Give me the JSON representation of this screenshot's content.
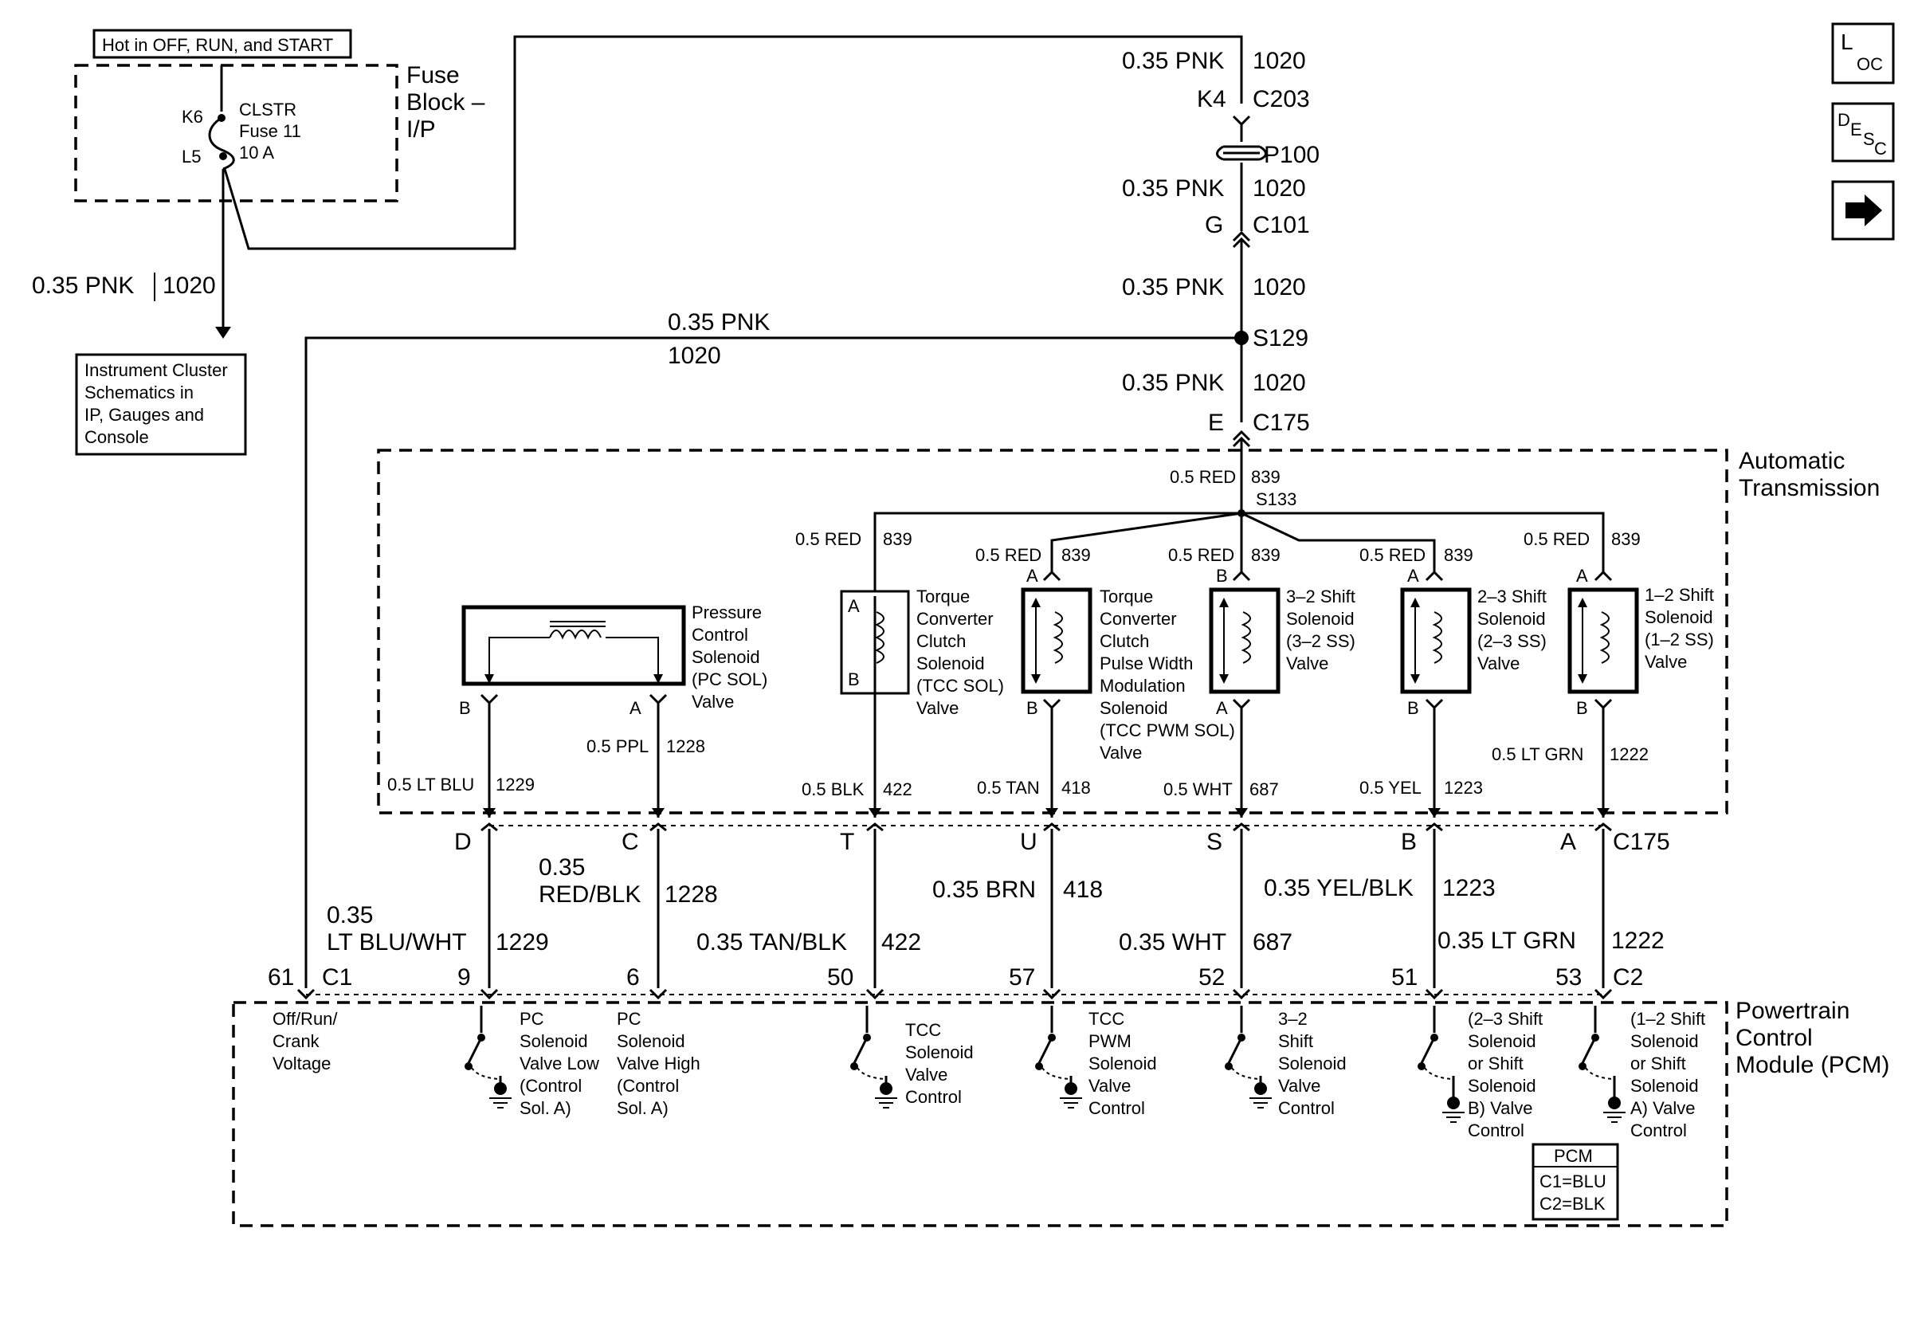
{
  "header": {
    "hot_label": "Hot in OFF, RUN, and START"
  },
  "fuse_block": {
    "name_line1": "Fuse",
    "name_line2": "Block –",
    "name_line3": "I/P",
    "pin_in": "K6",
    "pin_out": "L5",
    "fuse_line1": "CLSTR",
    "fuse_line2": "Fuse 11",
    "fuse_line3": "10 A"
  },
  "instrument_cluster": {
    "wire": "0.35 PNK",
    "circuit": "1020",
    "ref_lines": [
      "Instrument Cluster",
      "Schematics in",
      "IP, Gauges and",
      "Console"
    ]
  },
  "main_feed": {
    "seg1_wire": "0.35 PNK",
    "seg1_circuit": "1020",
    "k4_pin": "K4",
    "k4_conn": "C203",
    "p100": "P100",
    "seg2_wire": "0.35 PNK",
    "seg2_circuit": "1020",
    "g_pin": "G",
    "g_conn": "C101",
    "seg3_wire": "0.35 PNK",
    "seg3_circuit": "1020",
    "splice": "S129",
    "seg4_wire": "0.35 PNK",
    "seg4_circuit": "1020",
    "e_pin": "E",
    "e_conn": "C175",
    "branch_wire": "0.35 PNK",
    "branch_circuit": "1020"
  },
  "transmission": {
    "name_line1": "Automatic",
    "name_line2": "Transmission",
    "feed_wire": "0.5 RED",
    "feed_circuit": "839",
    "splice": "S133"
  },
  "solenoids": {
    "pc": {
      "label_lines": [
        "Pressure",
        "Control",
        "Solenoid",
        "(PC SOL)",
        "Valve"
      ],
      "pin_left": "B",
      "pin_right": "A",
      "wire_right": "0.5 PPL",
      "circuit_right": "1228",
      "wire_left": "0.5 LT BLU",
      "circuit_left": "1229"
    },
    "tcc": {
      "label_lines": [
        "Torque",
        "Converter",
        "Clutch",
        "Solenoid",
        "(TCC SOL)",
        "Valve"
      ],
      "feed_wire": "0.5 RED",
      "feed_circuit": "839",
      "pin_top": "A",
      "pin_bottom": "B",
      "out_wire": "0.5 BLK",
      "out_circuit": "422"
    },
    "tcc_pwm": {
      "label_lines": [
        "Torque",
        "Converter",
        "Clutch",
        "Pulse Width",
        "Modulation",
        "Solenoid",
        "(TCC PWM SOL)",
        "Valve"
      ],
      "feed_wire": "0.5 RED",
      "feed_circuit": "839",
      "pin_top": "A",
      "pin_bottom": "B",
      "out_wire": "0.5 TAN",
      "out_circuit": "418"
    },
    "ss32": {
      "label_lines": [
        "3–2 Shift",
        "Solenoid",
        "(3–2 SS)",
        "Valve"
      ],
      "feed_wire": "0.5 RED",
      "feed_circuit": "839",
      "pin_top": "B",
      "pin_bottom": "A",
      "out_wire": "0.5 WHT",
      "out_circuit": "687"
    },
    "ss23": {
      "label_lines": [
        "2–3 Shift",
        "Solenoid",
        "(2–3 SS)",
        "Valve"
      ],
      "feed_wire": "0.5 RED",
      "feed_circuit": "839",
      "pin_top": "A",
      "pin_bottom": "B",
      "out_wire": "0.5 YEL",
      "out_circuit": "1223"
    },
    "ss12": {
      "label_lines": [
        "1–2 Shift",
        "Solenoid",
        "(1–2 SS)",
        "Valve"
      ],
      "feed_wire": "0.5 RED",
      "feed_circuit": "839",
      "pin_top": "A",
      "pin_bottom": "B",
      "out_wire": "0.5 LT GRN",
      "out_circuit": "1222"
    }
  },
  "c175_pins": {
    "d": "D",
    "c": "C",
    "t": "T",
    "u": "U",
    "s": "S",
    "b": "B",
    "a": "A",
    "conn": "C175"
  },
  "harness": {
    "w1229_line1": "0.35",
    "w1229_line2": "LT BLU/WHT",
    "w1229_circuit": "1229",
    "w1228_line1": "0.35",
    "w1228_line2": "RED/BLK",
    "w1228_circuit": "1228",
    "w422": "0.35 TAN/BLK",
    "w422_circuit": "422",
    "w418": "0.35 BRN",
    "w418_circuit": "418",
    "w687": "0.35 WHT",
    "w687_circuit": "687",
    "w1223": "0.35 YEL/BLK",
    "w1223_circuit": "1223",
    "w1222": "0.35 LT GRN",
    "w1222_circuit": "1222"
  },
  "pcm_pins": {
    "p61": "61",
    "c1": "C1",
    "p9": "9",
    "p6": "6",
    "p50": "50",
    "p57": "57",
    "p52": "52",
    "p51": "51",
    "p53": "53",
    "c2": "C2"
  },
  "pcm": {
    "name_line1": "Powertrain",
    "name_line2": "Control",
    "name_line3": "Module (PCM)",
    "offrun_lines": [
      "Off/Run/",
      "Crank",
      "Voltage"
    ],
    "pc_low_lines": [
      "PC",
      "Solenoid",
      "Valve Low",
      "(Control",
      "Sol. A)"
    ],
    "pc_high_lines": [
      "PC",
      "Solenoid",
      "Valve High",
      "(Control",
      "Sol. A)"
    ],
    "tcc_ctrl_lines": [
      "TCC",
      "Solenoid",
      "Valve",
      "Control"
    ],
    "pwm_ctrl_lines": [
      "TCC",
      "PWM",
      "Solenoid",
      "Valve",
      "Control"
    ],
    "ss32_ctrl_lines": [
      "3–2",
      "Shift",
      "Solenoid",
      "Valve",
      "Control"
    ],
    "ss23_ctrl_lines": [
      "(2–3 Shift",
      "Solenoid",
      "or Shift",
      "Solenoid",
      "B) Valve",
      "Control"
    ],
    "ss12_ctrl_lines": [
      "(1–2 Shift",
      "Solenoid",
      "or Shift",
      "Solenoid",
      "A) Valve",
      "Control"
    ],
    "legend_title": "PCM",
    "legend_c1": "C1=BLU",
    "legend_c2": "C2=BLK"
  },
  "nav": {
    "loc_main": "L",
    "loc_sub": "OC",
    "desc_a": "D",
    "desc_b": "E",
    "desc_c": "S",
    "desc_d": "C"
  }
}
